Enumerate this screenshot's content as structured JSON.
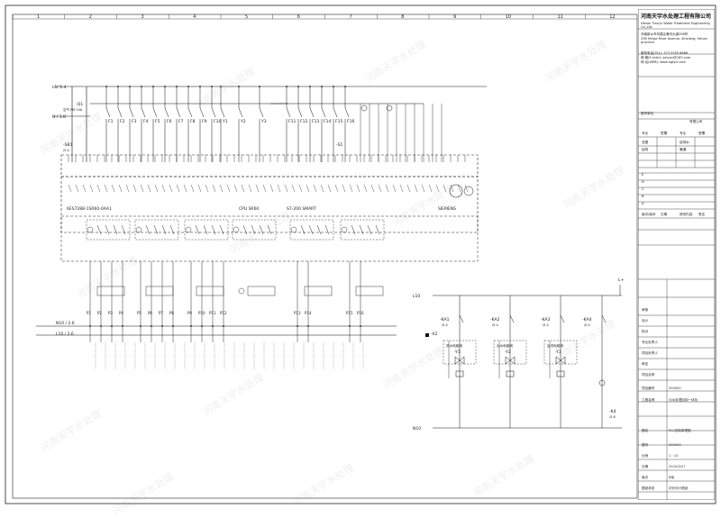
{
  "title_block": {
    "company_cn": "河南天宇水处理工程有限公司",
    "company_en": "Henan Tianyu Water Treatment Engineering Co.,Ltd.",
    "address_cn": "河南新乡市凤泉区黄河大道298号",
    "address_en": "298 Yellow River Avenue, Xinxiang, Henan province",
    "tel": "服务电话(TEL): 373 5555 6666",
    "email": "邮    箱(E-mail): xxtyzcl@163.com",
    "web": "网    址(WEB): www.hgtycl.com",
    "owner_label": "委托单位",
    "owner_suffix": "有限公司",
    "roles": [
      "专业",
      "签署",
      "专业",
      "签署"
    ],
    "role_rows": [
      [
        "总图",
        "",
        "给排水",
        ""
      ],
      [
        "结构",
        "",
        "暖通",
        ""
      ],
      [
        "",
        "",
        "",
        ""
      ]
    ],
    "revisions": [
      "E",
      "D",
      "C",
      "B",
      "A"
    ],
    "issue_labels": [
      "版次/版本",
      "日期",
      "修改内容",
      "签名"
    ],
    "review_rows": [
      "审核",
      "设计",
      "校对",
      "专业负责人",
      "项目负责人",
      "审定",
      "项目名称"
    ],
    "project_no_label": "项目编号",
    "project_no": "000000",
    "project_name_label": "工程名称",
    "project_name": "污水处理回用一体化",
    "drawing_label": "图名",
    "drawing_name": "PLC控制原理图",
    "drawing_no_label": "图号",
    "drawing_no": "000000",
    "sheet_label": "比例",
    "sheet": "1 : 10",
    "stage_label": "日期",
    "stage": "2020/3/27",
    "date_label": "版次",
    "date": "B版",
    "status_label": "图纸状态",
    "status": "初步设计图纸"
  },
  "column_numbers": [
    "1",
    "2",
    "3",
    "4",
    "5",
    "6",
    "7",
    "8",
    "9",
    "10",
    "11",
    "12"
  ],
  "bus_labels": {
    "l1": "L1/ 1.4",
    "n_in": "N / 1.8",
    "qf": "-Q1",
    "qf_note": "空气 PM 10A",
    "sb1": "-SB1",
    "sb1_ref": "/5.4",
    "s1": "-S1",
    "n10": "N10 / 2.6",
    "l10": "L10 / 2.6",
    "l10b": "L10",
    "n10b": "N10",
    "x2": "-X2",
    "lplus": "L+"
  },
  "plc": {
    "model_left": "6ES7288-1SR60-0AA1",
    "cpu": "CPU SR60",
    "series": "S7-200 SMART",
    "brand": "SIEMENS"
  },
  "input_labels": [
    "F1",
    "F2",
    "F3",
    "F4",
    "F5",
    "F6",
    "F7",
    "F8",
    "F9",
    "F10",
    "Y1",
    "Y2",
    "Y3",
    "F11",
    "F12",
    "F13",
    "F14",
    "F15",
    "F16"
  ],
  "output_labels": [
    "P1",
    "P2",
    "P3",
    "P4",
    "P5",
    "P6",
    "P7",
    "P8",
    "P9",
    "P10",
    "P11",
    "P12",
    "P13",
    "P14",
    "P15",
    "P16"
  ],
  "relays": [
    "-KA1",
    "-KA2",
    "-KA3",
    "-KA4"
  ],
  "valves": [
    "-Y1",
    "-Y2",
    "-Y3"
  ],
  "valve_notes": [
    "进水电磁阀",
    "出水电磁阀",
    "反洗电磁阀"
  ],
  "relay_refs": [
    "/5.4",
    "/5.4",
    "/5.4",
    "/5.4"
  ],
  "bottom_refs": [
    "-K4",
    "/5.8"
  ],
  "watermark": "河南天宇水处理"
}
